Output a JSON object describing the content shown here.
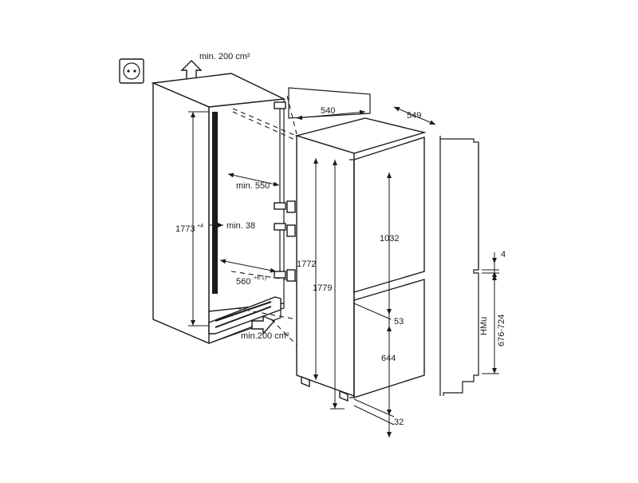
{
  "labels": {
    "vent_top": "min. 200 cm²",
    "vent_bottom": "min.200 cm²",
    "niche_height": "1773",
    "niche_height_tol": "+4",
    "niche_depth": "min. 550",
    "side_gap": "min. 38",
    "niche_width": "560",
    "niche_width_tol": "+8 1)",
    "appliance_width": "540",
    "appliance_depth": "549",
    "appliance_height": "1772",
    "total_height": "1779",
    "fridge_door": "1032",
    "door_gap": "53",
    "freezer_door": "644",
    "bottom_gap": "32",
    "side_gap_4": "4",
    "hmu_label": "HMu",
    "hmu_range": "676-724"
  }
}
